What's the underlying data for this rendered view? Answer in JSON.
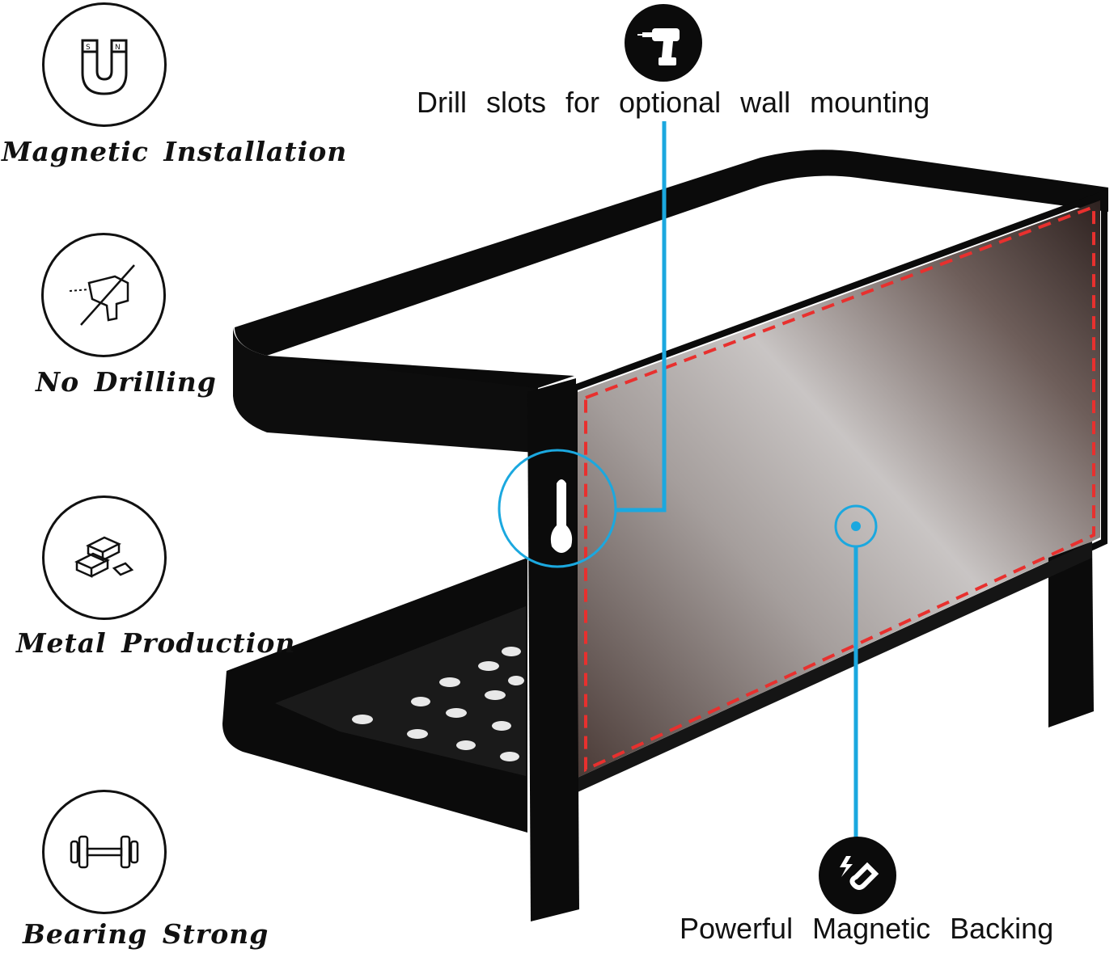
{
  "features": [
    {
      "label": "Magnetic Installation",
      "icon": "u-magnet-icon"
    },
    {
      "label": "No Drilling",
      "icon": "no-drill-icon"
    },
    {
      "label": "Metal Production",
      "icon": "metal-bars-icon"
    },
    {
      "label": "Bearing Strong",
      "icon": "dumbbell-icon"
    }
  ],
  "callouts": {
    "drill_slots": "Drill slots for optional wall mounting",
    "magnetic_backing": "Powerful Magnetic Backing"
  },
  "colors": {
    "accent_blue": "#1ba8df",
    "dashed_red": "#e8302e",
    "rack_black": "#0b0b0b"
  }
}
